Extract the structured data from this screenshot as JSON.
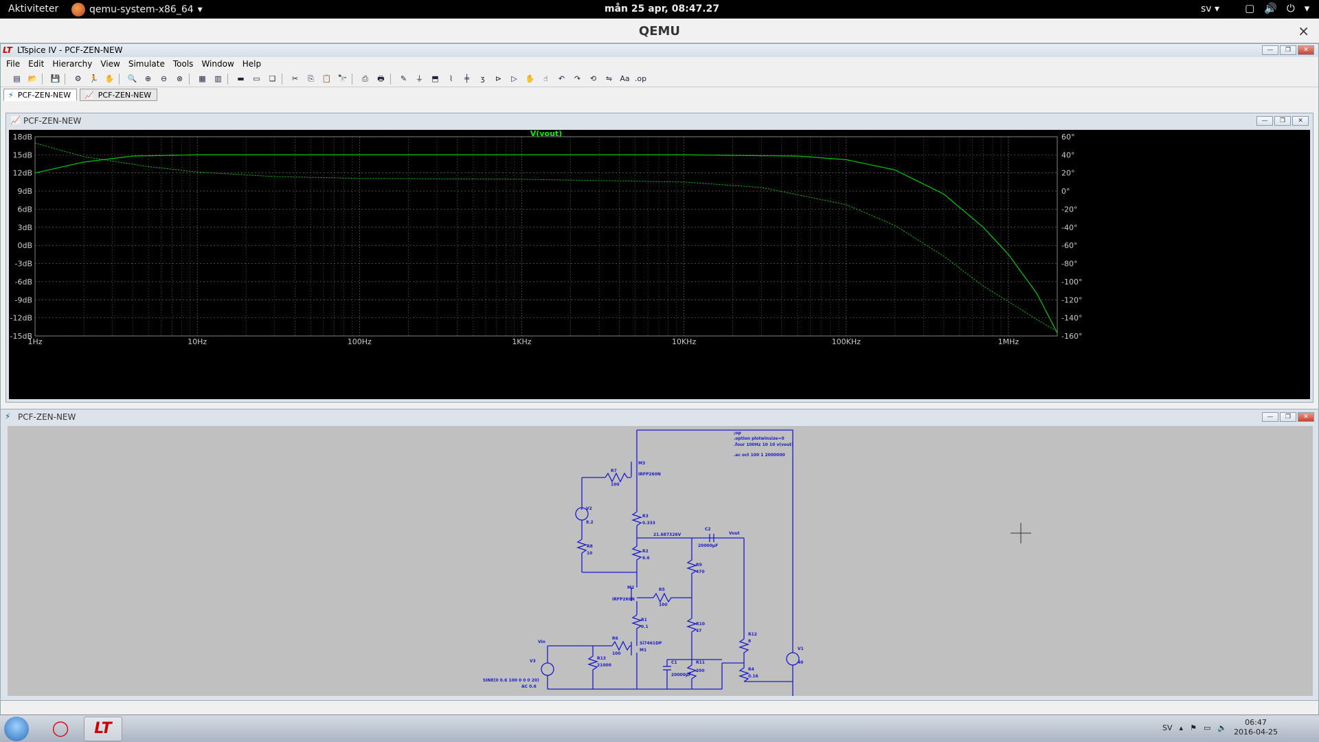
{
  "gnome": {
    "activities": "Aktiviteter",
    "app_menu": "qemu-system-x86_64",
    "clock": "mån 25 apr, 08:47.27",
    "lang": "sv"
  },
  "qemu": {
    "title": "QEMU"
  },
  "ltspice": {
    "title": "LTspice IV - PCF-ZEN-NEW",
    "menu": [
      "File",
      "Edit",
      "Hierarchy",
      "View",
      "Simulate",
      "Tools",
      "Window",
      "Help"
    ],
    "tabs": [
      "PCF-ZEN-NEW",
      "PCF-ZEN-NEW"
    ],
    "plot_window_title": "PCF-ZEN-NEW",
    "schematic_window_title": "PCF-ZEN-NEW"
  },
  "chart_data": {
    "type": "line",
    "title": "V(vout)",
    "x_scale": "log",
    "xlim": [
      1,
      2000000
    ],
    "x_ticks": [
      {
        "v": 1,
        "label": "1Hz"
      },
      {
        "v": 10,
        "label": "10Hz"
      },
      {
        "v": 100,
        "label": "100Hz"
      },
      {
        "v": 1000,
        "label": "1KHz"
      },
      {
        "v": 10000,
        "label": "10KHz"
      },
      {
        "v": 100000,
        "label": "100KHz"
      },
      {
        "v": 1000000,
        "label": "1MHz"
      }
    ],
    "y_left_ticks": [
      "18dB",
      "15dB",
      "12dB",
      "9dB",
      "6dB",
      "3dB",
      "0dB",
      "-3dB",
      "-6dB",
      "-9dB",
      "-12dB",
      "-15dB"
    ],
    "ylim_left": [
      -15,
      18
    ],
    "y_right_ticks": [
      "60°",
      "40°",
      "20°",
      "0°",
      "-20°",
      "-40°",
      "-60°",
      "-80°",
      "-100°",
      "-120°",
      "-140°",
      "-160°"
    ],
    "ylim_right": [
      -160,
      60
    ],
    "grid": true,
    "series": [
      {
        "axis": "left",
        "style": "solid",
        "color": "#00cc00",
        "points": [
          [
            1,
            12
          ],
          [
            2,
            13.8
          ],
          [
            4,
            14.8
          ],
          [
            10,
            15
          ],
          [
            100,
            15
          ],
          [
            1000,
            15
          ],
          [
            10000,
            15
          ],
          [
            50000,
            14.8
          ],
          [
            100000,
            14.2
          ],
          [
            200000,
            12.5
          ],
          [
            400000,
            8.5
          ],
          [
            700000,
            3
          ],
          [
            1000000,
            -1.5
          ],
          [
            1500000,
            -8
          ],
          [
            2000000,
            -14.5
          ]
        ]
      },
      {
        "axis": "right",
        "style": "dotted",
        "color": "#00cc00",
        "points": [
          [
            1,
            53
          ],
          [
            2,
            38
          ],
          [
            5,
            27
          ],
          [
            10,
            21
          ],
          [
            30,
            16
          ],
          [
            100,
            14
          ],
          [
            1000,
            13
          ],
          [
            10000,
            10
          ],
          [
            30000,
            4
          ],
          [
            100000,
            -15
          ],
          [
            200000,
            -38
          ],
          [
            400000,
            -72
          ],
          [
            700000,
            -105
          ],
          [
            1000000,
            -122
          ],
          [
            1500000,
            -142
          ],
          [
            2000000,
            -155
          ]
        ]
      }
    ]
  },
  "schematic": {
    "spice_directives": [
      ";op",
      ".option plotwinsize=0",
      ".four 100Hz 10 10 v(vout)",
      ".ac oct 100 1 2000000"
    ],
    "labels": [
      {
        "t": "M3"
      },
      {
        "t": "IRFP260N"
      },
      {
        "t": "R7"
      },
      {
        "t": "100"
      },
      {
        "t": "V2"
      },
      {
        "t": "8.2"
      },
      {
        "t": "R3"
      },
      {
        "t": "0.333"
      },
      {
        "t": "21.687326V"
      },
      {
        "t": "C2"
      },
      {
        "t": "20000µF"
      },
      {
        "t": "Vout"
      },
      {
        "t": "R2"
      },
      {
        "t": "6.6"
      },
      {
        "t": "R8"
      },
      {
        "t": "10"
      },
      {
        "t": "R9"
      },
      {
        "t": "470"
      },
      {
        "t": "M2"
      },
      {
        "t": "IRFP260N"
      },
      {
        "t": "R5"
      },
      {
        "t": "100"
      },
      {
        "t": "R1"
      },
      {
        "t": "0.1"
      },
      {
        "t": "R10"
      },
      {
        "t": "47"
      },
      {
        "t": "Vin"
      },
      {
        "t": "R6"
      },
      {
        "t": "100"
      },
      {
        "t": "Si7461DP"
      },
      {
        "t": "M1"
      },
      {
        "t": "R12"
      },
      {
        "t": "8"
      },
      {
        "t": "V1"
      },
      {
        "t": "40"
      },
      {
        "t": "V3"
      },
      {
        "t": "R13"
      },
      {
        "t": "21000"
      },
      {
        "t": "C1"
      },
      {
        "t": "20000µF"
      },
      {
        "t": "R11"
      },
      {
        "t": "200"
      },
      {
        "t": "R4"
      },
      {
        "t": "0.16"
      },
      {
        "t": "SINE(0 0.6 100 0 0 0 20)"
      },
      {
        "t": "AC 0.6"
      }
    ]
  },
  "taskbar": {
    "lang": "SV",
    "time": "06:47",
    "date": "2016-04-25"
  }
}
